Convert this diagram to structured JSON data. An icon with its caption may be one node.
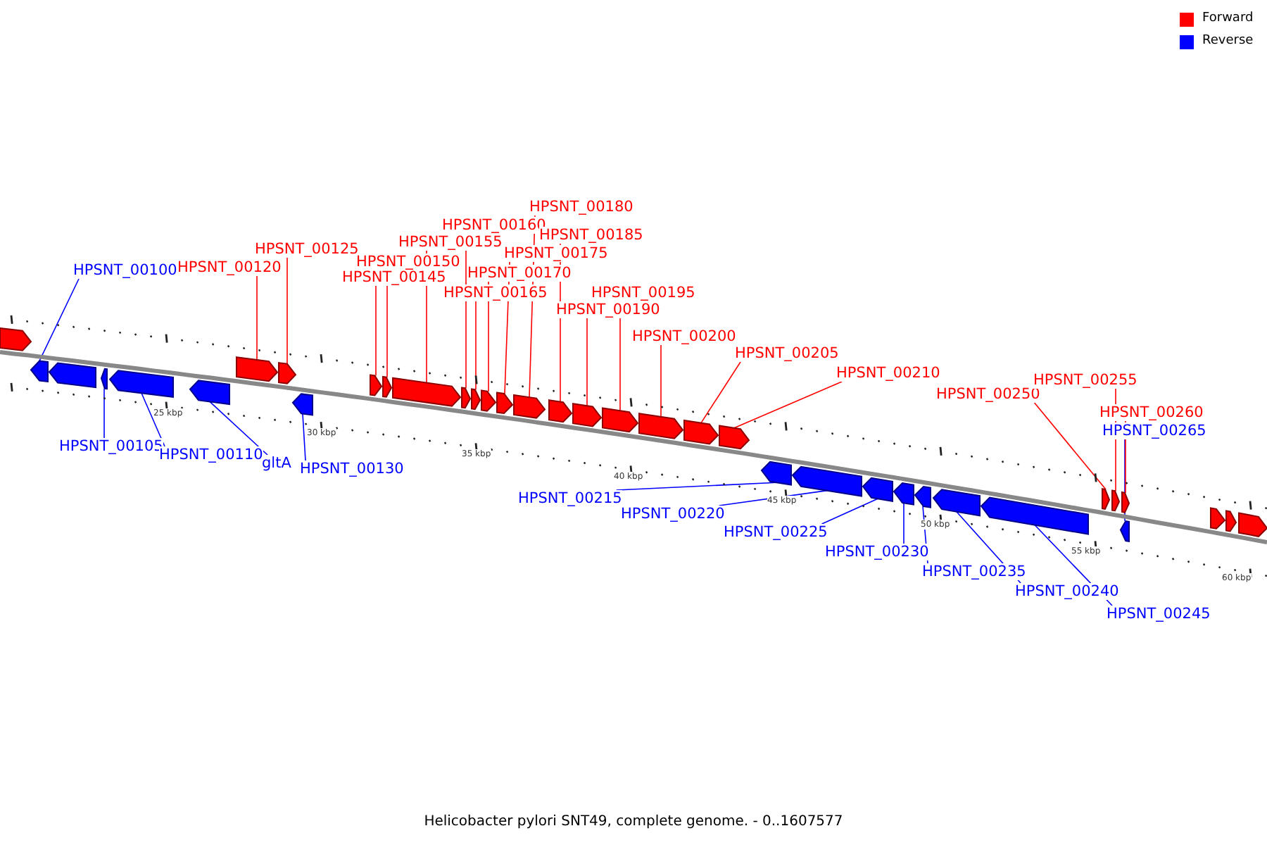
{
  "diagram": {
    "caption": "Helicobacter pylori SNT49, complete genome. - 0..1607577",
    "nodes": [
      {
        "text": [
          "HPSNT_00100"
        ]
      },
      {
        "text": [
          "HPSNT_00120"
        ]
      },
      {
        "text": [
          "HPSNT_00125"
        ]
      },
      {
        "text": [
          "HPSNT_00145"
        ]
      },
      {
        "text": [
          "HPSNT_00150"
        ]
      },
      {
        "text": [
          "HPSNT_00155"
        ]
      },
      {
        "text": [
          "HPSNT_00160"
        ]
      },
      {
        "text": [
          "HPSNT_00165"
        ]
      },
      {
        "text": [
          "HPSNT_00170"
        ]
      },
      {
        "text": [
          "HPSNT_00175"
        ]
      },
      {
        "text": [
          "HPSNT_00180"
        ]
      },
      {
        "text": [
          "HPSNT_00185"
        ]
      },
      {
        "text": [
          "HPSNT_00190"
        ]
      },
      {
        "text": [
          "HPSNT_00195"
        ]
      },
      {
        "text": [
          "HPSNT_00200"
        ]
      },
      {
        "text": [
          "HPSNT_00205"
        ]
      },
      {
        "text": [
          "HPSNT_00210"
        ]
      },
      {
        "text": [
          "HPSNT_00250"
        ]
      },
      {
        "text": [
          "HPSNT_00255"
        ]
      },
      {
        "text": [
          "HPSNT_00260"
        ]
      },
      {
        "text": [
          "HPSNT_00265"
        ]
      },
      {
        "text": [
          "HPSNT_00105"
        ]
      },
      {
        "text": [
          "HPSNT_00110"
        ]
      },
      {
        "text": [
          "gltA"
        ]
      },
      {
        "text": [
          "HPSNT_00130"
        ]
      },
      {
        "text": [
          "HPSNT_00215"
        ]
      },
      {
        "text": [
          "HPSNT_00220"
        ]
      },
      {
        "text": [
          "HPSNT_00225"
        ]
      },
      {
        "text": [
          "HPSNT_00230"
        ]
      },
      {
        "text": [
          "HPSNT_00235"
        ]
      },
      {
        "text": [
          "HPSNT_00240"
        ]
      },
      {
        "text": [
          "HPSNT_00245"
        ]
      },
      {
        "text": [],
        "shape": "arrow"
      },
      {
        "text": [],
        "shape": "arrow"
      },
      {
        "text": [],
        "shape": "arrow"
      },
      {
        "text": [],
        "shape": "arrow"
      },
      {
        "text": [],
        "shape": "arrow"
      },
      {
        "text": [],
        "shape": "arrow"
      },
      {
        "text": [],
        "shape": "arrow"
      },
      {
        "text": [],
        "shape": "arrow"
      },
      {
        "text": [],
        "shape": "arrow"
      },
      {
        "text": [],
        "shape": "arrow"
      },
      {
        "text": [],
        "shape": "arrow"
      },
      {
        "text": [],
        "shape": "arrow"
      },
      {
        "text": [],
        "shape": "arrow"
      },
      {
        "text": [],
        "shape": "arrow"
      },
      {
        "text": [],
        "shape": "arrow"
      },
      {
        "text": [],
        "shape": "arrow"
      },
      {
        "text": [],
        "shape": "arrow"
      },
      {
        "text": [],
        "shape": "arrow"
      },
      {
        "text": [],
        "shape": "arrow"
      },
      {
        "text": [],
        "shape": "arrow"
      },
      {
        "text": [],
        "shape": "arrow"
      },
      {
        "text": [],
        "shape": "arrow"
      },
      {
        "text": [],
        "shape": "arrow"
      },
      {
        "text": [],
        "shape": "arrow"
      },
      {
        "text": [],
        "shape": "arrow"
      },
      {
        "text": [],
        "shape": "arrow"
      },
      {
        "text": [],
        "shape": "arrow"
      },
      {
        "text": [],
        "shape": "arrow"
      },
      {
        "text": [],
        "shape": "arrow"
      },
      {
        "text": [],
        "shape": "arrow"
      },
      {
        "text": [],
        "shape": "arrow"
      },
      {
        "text": [],
        "shape": "arrow"
      },
      {
        "text": [],
        "shape": "arrow"
      },
      {
        "text": [],
        "shape": "arrow"
      },
      {
        "text": [],
        "shape": "arrow"
      },
      {
        "text": [],
        "shape": "arrow"
      },
      {
        "text": [],
        "shape": "arrow"
      }
    ],
    "edges": [
      {
        "from": 0,
        "to": 33,
        "arrow": "none",
        "color": "#0000ff"
      },
      {
        "from": 1,
        "to": 38,
        "arrow": "none"
      },
      {
        "from": 2,
        "to": 39,
        "arrow": "none"
      },
      {
        "from": 3,
        "to": 41,
        "arrow": "none"
      },
      {
        "from": 4,
        "to": 42,
        "arrow": "none"
      },
      {
        "from": 5,
        "to": 43,
        "arrow": "none"
      },
      {
        "from": 6,
        "to": 44,
        "arrow": "none"
      },
      {
        "from": 7,
        "to": 45,
        "arrow": "none"
      },
      {
        "from": 8,
        "to": 46,
        "arrow": "none"
      },
      {
        "from": 9,
        "to": 47,
        "arrow": "none"
      },
      {
        "from": 10,
        "to": 48,
        "arrow": "none"
      },
      {
        "from": 11,
        "to": 49,
        "arrow": "none"
      },
      {
        "from": 12,
        "to": 50,
        "arrow": "none"
      },
      {
        "from": 13,
        "to": 51,
        "arrow": "none"
      },
      {
        "from": 14,
        "to": 52,
        "arrow": "none"
      },
      {
        "from": 15,
        "to": 53,
        "arrow": "none"
      },
      {
        "from": 16,
        "to": 54,
        "arrow": "none"
      },
      {
        "from": 17,
        "to": 62,
        "arrow": "none"
      },
      {
        "from": 18,
        "to": 63,
        "arrow": "none"
      },
      {
        "from": 19,
        "to": 65,
        "arrow": "none"
      },
      {
        "from": 20,
        "to": 64,
        "arrow": "none",
        "color": "#0000ff"
      },
      {
        "from": 21,
        "to": 35,
        "arrow": "none",
        "color": "#0000ff"
      },
      {
        "from": 22,
        "to": 36,
        "arrow": "none",
        "color": "#0000ff"
      },
      {
        "from": 23,
        "to": 37,
        "arrow": "none",
        "color": "#0000ff"
      },
      {
        "from": 24,
        "to": 40,
        "arrow": "none",
        "color": "#0000ff"
      },
      {
        "from": 25,
        "to": 55,
        "arrow": "none",
        "color": "#0000ff"
      },
      {
        "from": 26,
        "to": 56,
        "arrow": "none",
        "color": "#0000ff"
      },
      {
        "from": 27,
        "to": 57,
        "arrow": "none",
        "color": "#0000ff"
      },
      {
        "from": 28,
        "to": 58,
        "arrow": "none",
        "color": "#0000ff"
      },
      {
        "from": 29,
        "to": 59,
        "arrow": "none",
        "color": "#0000ff"
      },
      {
        "from": 30,
        "to": 60,
        "arrow": "none",
        "color": "#0000ff"
      },
      {
        "from": 31,
        "to": 61,
        "arrow": "none",
        "color": "#0000ff"
      }
    ],
    "labels": [
      "25 kbp",
      "30 kbp",
      "35 kbp",
      "40 kbp",
      "45 kbp",
      "50 kbp",
      "55 kbp",
      "60 kbp"
    ],
    "legend": [
      {
        "text": "Forward",
        "color": "#ff0000"
      },
      {
        "text": "Reverse",
        "color": "#0000ff"
      }
    ]
  }
}
